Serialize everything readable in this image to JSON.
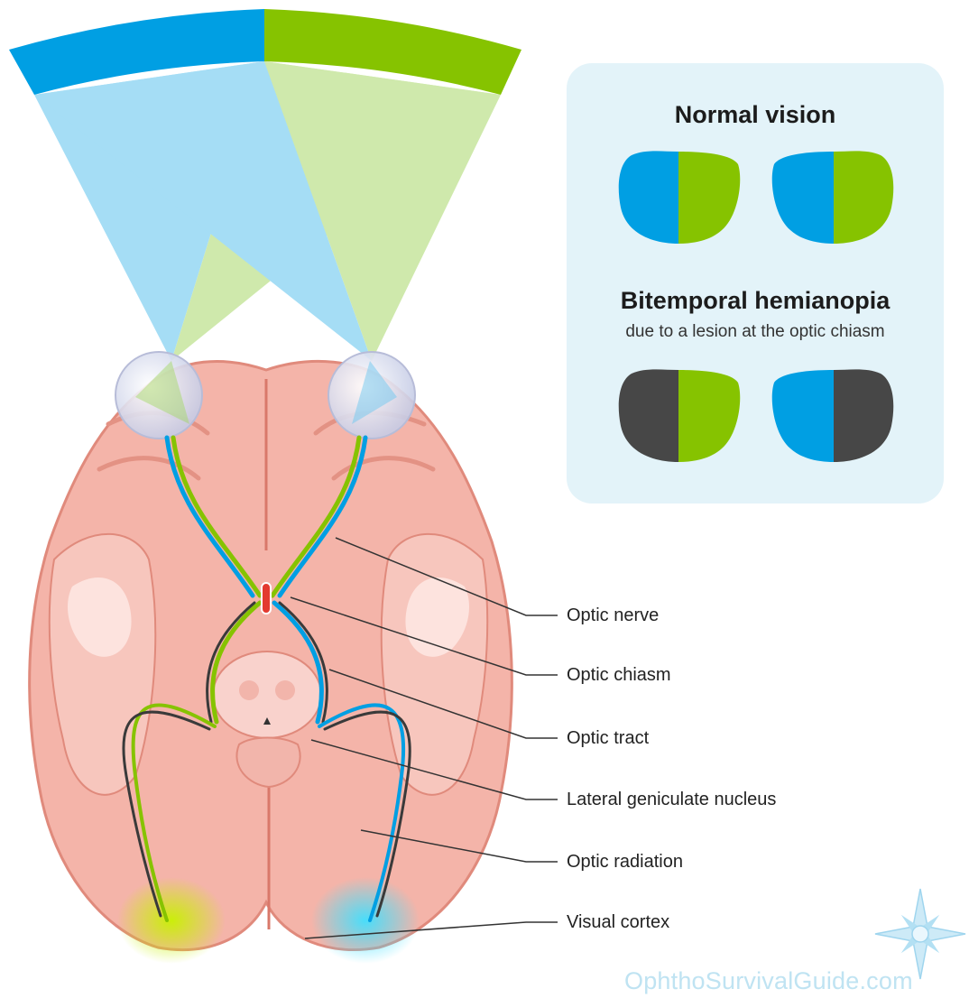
{
  "panel": {
    "normal_title": "Normal vision",
    "bitemporal_title": "Bitemporal hemianopia",
    "bitemporal_subtitle": "due to a lesion at the optic chiasm"
  },
  "labels": {
    "optic_nerve": "Optic nerve",
    "optic_chiasm": "Optic chiasm",
    "optic_tract": "Optic tract",
    "lgn": "Lateral geniculate nucleus",
    "optic_radiation": "Optic radiation",
    "visual_cortex": "Visual cortex"
  },
  "footer": {
    "website": "OphthoSurvivalGuide.com"
  },
  "colors": {
    "temporal_blue": "#009fe3",
    "nasal_green": "#86c300",
    "lesion_red": "#e33a2f",
    "blind_field": "#474747",
    "brain_pink": "#f4b4a9"
  },
  "icons": {
    "logo": "compass-star-icon"
  }
}
